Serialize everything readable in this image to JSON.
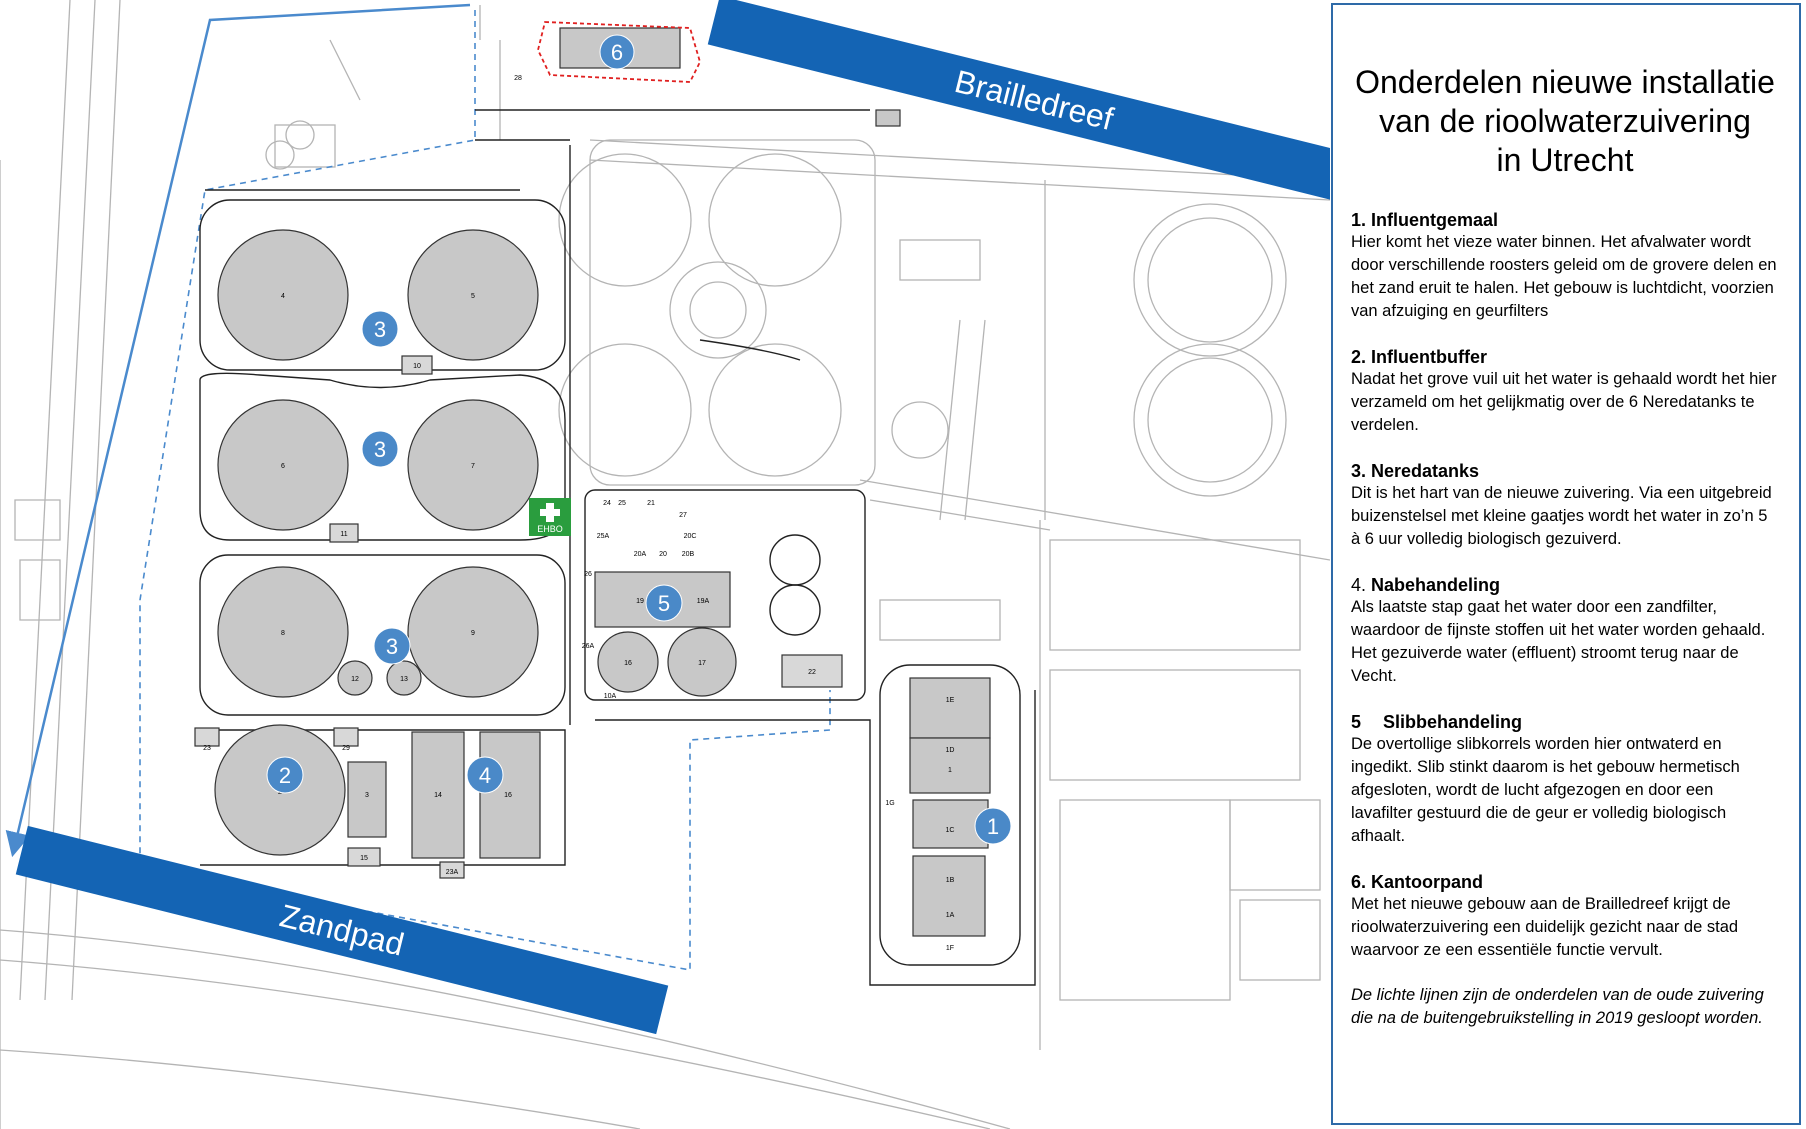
{
  "roads": {
    "brailledreef": "Brailledreef",
    "zandpad": "Zandpad"
  },
  "first_aid": {
    "label": "EHBO"
  },
  "markers": [
    "1",
    "2",
    "3",
    "3",
    "3",
    "4",
    "5",
    "6"
  ],
  "tanks": [
    "4",
    "5",
    "6",
    "7",
    "8",
    "9",
    "2",
    "12",
    "13",
    "16",
    "17"
  ],
  "buildings": [
    "1E",
    "1D",
    "1",
    "1C",
    "1B",
    "1A",
    "1F",
    "1G",
    "3",
    "14",
    "15",
    "16",
    "10",
    "11",
    "19",
    "19A",
    "20",
    "20A",
    "20B",
    "20C",
    "21",
    "22",
    "23",
    "23A",
    "24",
    "25",
    "25A",
    "26",
    "26A",
    "27",
    "28",
    "29",
    "10A"
  ],
  "colors": {
    "road_banner": "#1464b4",
    "marker": "#4a89c8",
    "tank_fill": "#c8c8c8",
    "first_aid": "#2a9d3e",
    "new_route": "#4a8acd",
    "office_highlight": "#e02020"
  },
  "legend": {
    "title_lines": [
      "Onderdelen nieuwe installatie",
      "van de rioolwaterzuivering",
      "in Utrecht"
    ],
    "sections": [
      {
        "heading": "1. Influentgemaal",
        "body": " Hier komt het vieze water binnen. Het afvalwater wordt door verschillende roosters geleid om de grovere delen en het zand eruit te halen. Het gebouw is luchtdicht, voorzien van afzuiging en geurfilters"
      },
      {
        "heading": "2. Influentbuffer",
        "body": "Nadat het grove vuil uit het water is gehaald wordt het hier verzameld om het gelijkmatig over de 6 Neredatanks te verdelen."
      },
      {
        "heading": "3. Neredatanks",
        "body": "Dit is het hart van de nieuwe zuivering. Via een uitgebreid buizenstelsel met kleine gaatjes wordt het water in zo’n 5 à 6 uur volledig biologisch gezuiverd."
      },
      {
        "heading_prefix": "4. ",
        "heading": "Nabehandeling",
        "body": "Als laatste stap gaat het water door een zandfilter, waardoor de fijnste stoffen uit het water worden gehaald. Het gezuiverde water (effluent) stroomt terug naar de Vecht."
      },
      {
        "heading_prefix": "5",
        "heading": "Slibbehandeling",
        "body": "De overtollige slibkorrels worden hier ontwaterd en ingedikt. Slib stinkt daarom is het gebouw hermetisch afgesloten, wordt de lucht afgezogen en door een lavafilter gestuurd die de geur er volledig biologisch afhaalt."
      },
      {
        "heading": "6. Kantoorpand",
        "body": "Met het nieuwe gebouw aan de Brailledreef krijgt de rioolwaterzuivering een duidelijk gezicht naar de stad waarvoor ze een essentiële functie vervult."
      }
    ],
    "footnote": "De lichte lijnen zijn de onderdelen van de oude zuivering die na de buitengebruikstelling in 2019 gesloopt worden."
  }
}
